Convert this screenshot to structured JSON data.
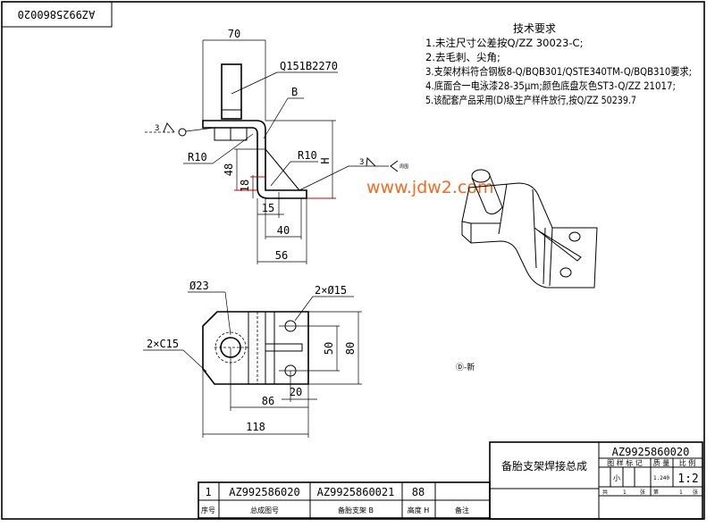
{
  "drawing_number_flipped": "AZ9925860020",
  "watermark": "www.jdw2.com",
  "technical_requirements": {
    "title": "技术要求",
    "items": [
      "1.未注尺寸公差按Q/ZZ 30023-C;",
      "2.去毛刺、尖角;",
      "3.支架材料符合钢板8-Q/BQB301/QSTE340TM-Q/BQB310要求;",
      "4.底面合一电泳漆28-35μm;颜色底盘灰色ST3-Q/ZZ 21017;",
      "5.该配套产品采用(D)级生产样件放行,按Q/ZZ 50239.7"
    ]
  },
  "side_view": {
    "dims": {
      "width_top": "70",
      "h": "H",
      "d48": "48",
      "d18": "18",
      "d15": "15",
      "d40": "40",
      "d56": "56"
    },
    "labels": {
      "part": "Q151B2270",
      "variant": "B",
      "radius_left": "R10",
      "radius_right": "R10"
    },
    "weld_left": "3",
    "weld_right": "3",
    "weld_right_note": "周围"
  },
  "top_view": {
    "dims": {
      "hole_big": "Ø23",
      "holes_small": "2×Ø15",
      "chamfer": "2×C15",
      "d50": "50",
      "d80": "80",
      "d20": "20",
      "d86": "86",
      "d118": "118"
    }
  },
  "iso_note": "Ⓓ-新",
  "title_block": {
    "name": "备胎支架焊接总成",
    "number": "AZ9925860020",
    "headers": {
      "mark": "图 样 标 记",
      "mass": "质 量",
      "scale": "比 例"
    },
    "mark_value": "小",
    "mass_value": "1.240",
    "scale_value": "1:2",
    "sheet_total_label": "共",
    "sheet_total": "1",
    "sheet_unit": "张",
    "sheet_no_label": "第",
    "sheet_no": "1",
    "sheet_unit2": "张"
  },
  "variant_table": {
    "row": [
      "1",
      "AZ992586020",
      "AZ9925860021",
      "88",
      ""
    ],
    "headers": [
      "序号",
      "总成图号",
      "备胎支架 B",
      "高度 H",
      "备注"
    ]
  }
}
